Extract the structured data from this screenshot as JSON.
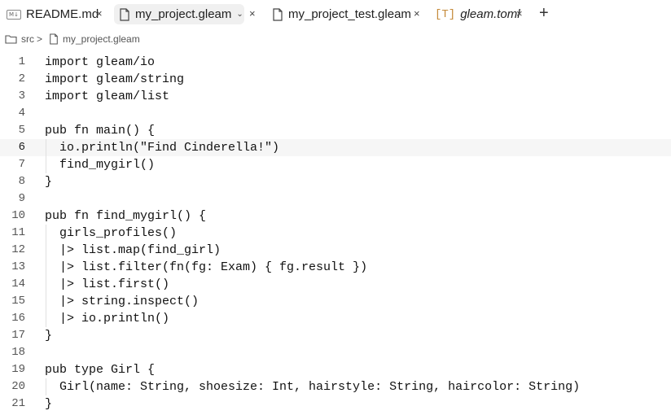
{
  "tabs": [
    {
      "label": "README.md",
      "icon": "markdown-icon",
      "active": false
    },
    {
      "label": "my_project.gleam",
      "icon": "file-icon",
      "active": true
    },
    {
      "label": "my_project_test.gleam",
      "icon": "file-icon",
      "active": false
    },
    {
      "label": "gleam.toml",
      "icon": "toml-icon",
      "badge": "[T]",
      "active": false
    }
  ],
  "md_badge": "M↓",
  "close_glyph": "×",
  "plus_glyph": "+",
  "breadcrumb": {
    "folder": "src",
    "separator": ">",
    "file": "my_project.gleam"
  },
  "editor": {
    "current_line": 6,
    "lines": [
      {
        "n": "1",
        "text": "import gleam/io"
      },
      {
        "n": "2",
        "text": "import gleam/string"
      },
      {
        "n": "3",
        "text": "import gleam/list"
      },
      {
        "n": "4",
        "text": ""
      },
      {
        "n": "5",
        "text": "pub fn main() {"
      },
      {
        "n": "6",
        "text": "  io.println(\"Find Cinderella!\")"
      },
      {
        "n": "7",
        "text": "  find_mygirl()"
      },
      {
        "n": "8",
        "text": "}"
      },
      {
        "n": "9",
        "text": ""
      },
      {
        "n": "10",
        "text": "pub fn find_mygirl() {"
      },
      {
        "n": "11",
        "text": "  girls_profiles()"
      },
      {
        "n": "12",
        "text": "  |> list.map(find_girl)"
      },
      {
        "n": "13",
        "text": "  |> list.filter(fn(fg: Exam) { fg.result })"
      },
      {
        "n": "14",
        "text": "  |> list.first()"
      },
      {
        "n": "15",
        "text": "  |> string.inspect()"
      },
      {
        "n": "16",
        "text": "  |> io.println()"
      },
      {
        "n": "17",
        "text": "}"
      },
      {
        "n": "18",
        "text": ""
      },
      {
        "n": "19",
        "text": "pub type Girl {"
      },
      {
        "n": "20",
        "text": "  Girl(name: String, shoesize: Int, hairstyle: String, haircolor: String)"
      },
      {
        "n": "21",
        "text": "}"
      }
    ]
  }
}
